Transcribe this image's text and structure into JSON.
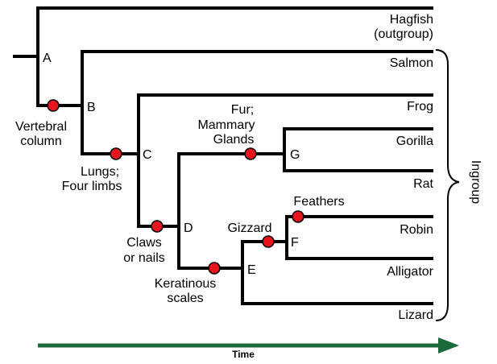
{
  "taxa": {
    "hagfish": "Hagfish",
    "hagfish_note": "(outgroup)",
    "salmon": "Salmon",
    "frog": "Frog",
    "gorilla": "Gorilla",
    "rat": "Rat",
    "robin": "Robin",
    "alligator": "Alligator",
    "lizard": "Lizard"
  },
  "nodes": {
    "a": "A",
    "b": "B",
    "c": "C",
    "d": "D",
    "e": "E",
    "f": "F",
    "g": "G"
  },
  "traits": {
    "vertebral_1": "Vertebral",
    "vertebral_2": "column",
    "lungs_1": "Lungs;",
    "lungs_2": "Four limbs",
    "claws_1": "Claws",
    "claws_2": "or nails",
    "fur_1": "Fur;",
    "fur_2": "Mammary",
    "fur_3": "Glands",
    "keratinous_1": "Keratinous",
    "keratinous_2": "scales",
    "gizzard": "Gizzard",
    "feathers": "Feathers"
  },
  "ingroup_label": "Ingroup",
  "time_label": "Time",
  "colors": {
    "branch": "#000000",
    "trait_marker": "#e8141b",
    "time_arrow": "#1b6b3a"
  }
}
